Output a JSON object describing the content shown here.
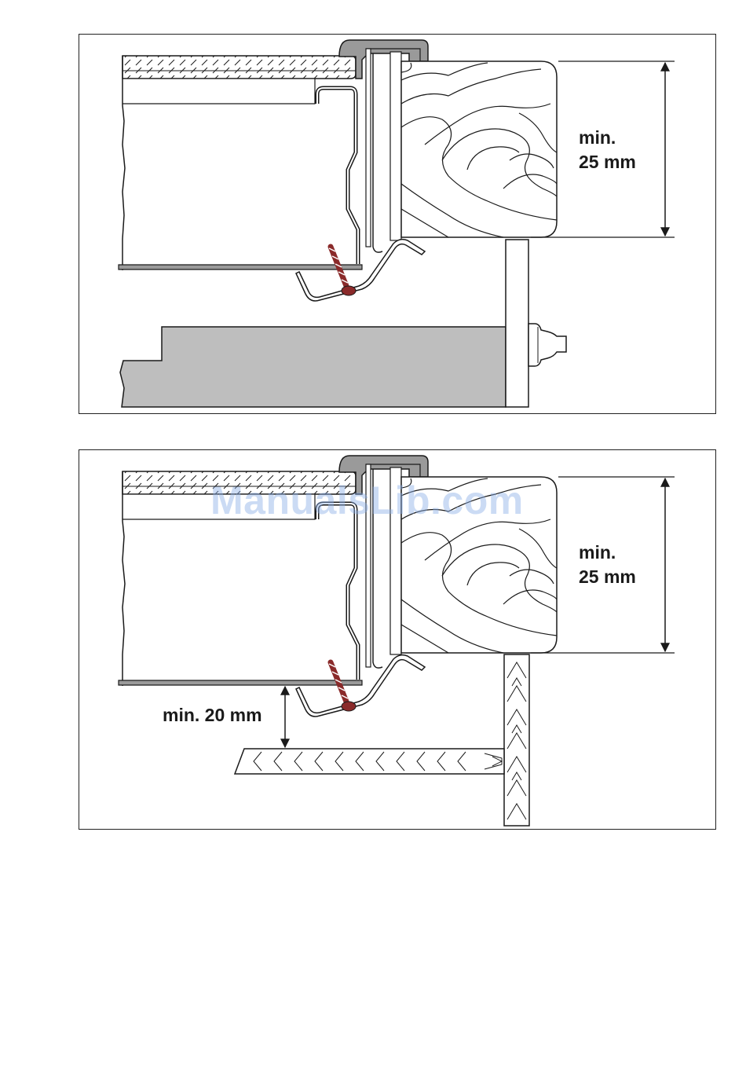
{
  "figures": [
    {
      "id": "top",
      "dimension_label_line1": "min.",
      "dimension_label_line2": "25 mm"
    },
    {
      "id": "bottom",
      "dimension_label_line1": "min.",
      "dimension_label_line2": "25 mm",
      "clearance_label": "min. 20 mm"
    }
  ],
  "watermark": "ManualsLib.com",
  "colors": {
    "line": "#1a1a1a",
    "gray_fill": "#bebebe",
    "frame_fill": "#9a9a9a",
    "screw": "#8a2a2a",
    "watermark": "#8cafe6"
  }
}
